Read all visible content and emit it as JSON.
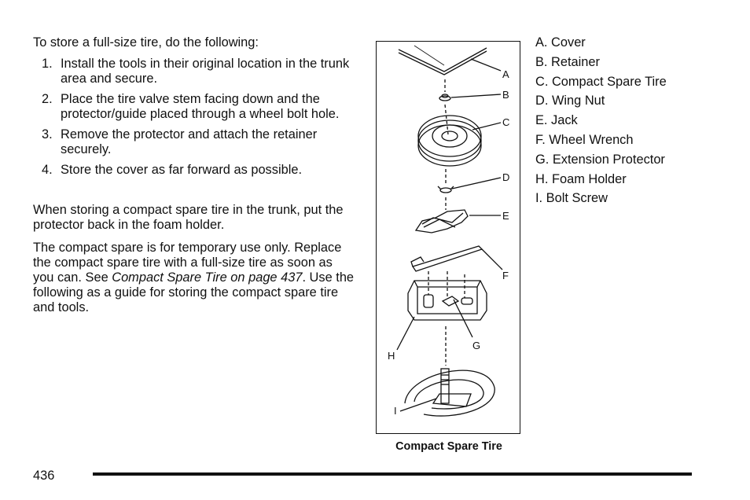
{
  "intro": "To store a full-size tire, do the following:",
  "steps": [
    {
      "num": "1.",
      "text": "Install the tools in their original location in the trunk area and secure."
    },
    {
      "num": "2.",
      "text": "Place the tire valve stem facing down and the protector/guide placed through a wheel bolt hole."
    },
    {
      "num": "3.",
      "text": "Remove the protector and attach the retainer securely."
    },
    {
      "num": "4.",
      "text": "Store the cover as far forward as possible."
    }
  ],
  "para2": "When storing a compact spare tire in the trunk, put the protector back in the foam holder.",
  "para3": {
    "part1": "The compact spare is for temporary use only. Replace the compact spare tire with a full-size tire as soon as you can. See ",
    "link_title": "Compact Spare Tire on page 437",
    "part2": ". Use the following as a guide for storing the compact spare tire and tools."
  },
  "figure": {
    "caption": "Compact Spare Tire",
    "callouts": [
      "A",
      "B",
      "C",
      "D",
      "E",
      "F",
      "G",
      "H",
      "I"
    ]
  },
  "legend": [
    "A.  Cover",
    "B.  Retainer",
    "C.  Compact Spare Tire",
    "D.  Wing Nut",
    "E.  Jack",
    "F.  Wheel Wrench",
    "G.  Extension Protector",
    "H.  Foam Holder",
    "I.  Bolt Screw"
  ],
  "page_number": "436"
}
